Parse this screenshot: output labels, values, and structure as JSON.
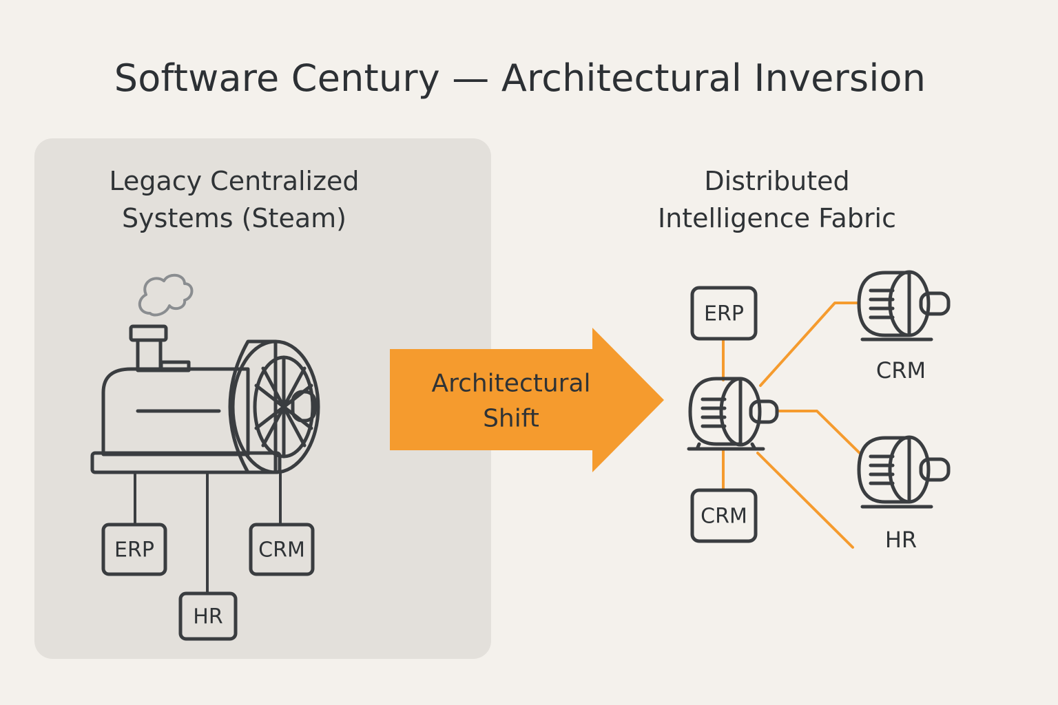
{
  "title": "Software Century — Architectural Inversion",
  "legacy": {
    "heading_line1": "Legacy Centralized",
    "heading_line2": "Systems (Steam)",
    "modules": [
      "ERP",
      "CRM",
      "HR"
    ]
  },
  "shift": {
    "line1": "Architectural",
    "line2": "Shift"
  },
  "fabric": {
    "heading_line1": "Distributed",
    "heading_line2": "Intelligence Fabric",
    "modules": [
      "ERP",
      "CRM"
    ],
    "engine_nodes": [
      "CRM",
      "HR"
    ]
  },
  "colors": {
    "accent": "#f59b2e",
    "background": "#f4f1ec",
    "panel": "#e3e0db",
    "outline": "#3a3d40"
  }
}
